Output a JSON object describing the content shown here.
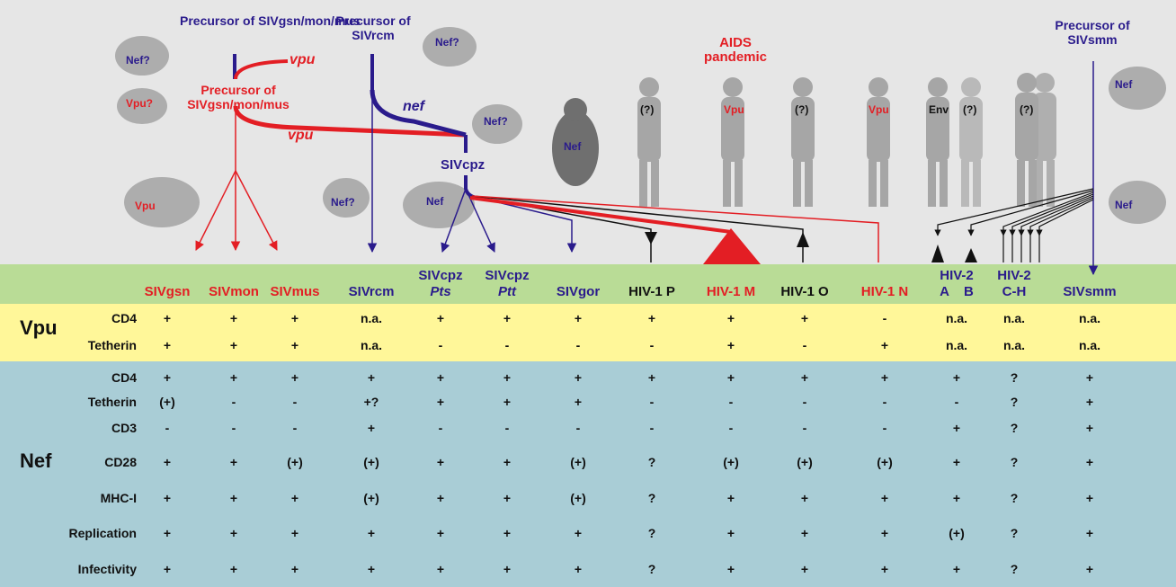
{
  "colors": {
    "background_top": "#e6e6e6",
    "header_band": "#b9dc96",
    "vpu_band": "#fff799",
    "nef_band": "#a9cdd6",
    "red": "#e31e24",
    "blue": "#2a1b8c",
    "black": "#111111",
    "silhouette": "#9a9a9a"
  },
  "diagram": {
    "labels": {
      "precursor_gsn_blue": "Precursor of SIVgsn/mon/mus",
      "precursor_gsn_red": "Precursor of SIVgsn/mon/mus",
      "precursor_rcm": "Precursor of SIVrcm",
      "precursor_smm": "Precursor of SIVsmm",
      "vpu_top": "vpu",
      "vpu_mid": "vpu",
      "nef": "nef",
      "sivcpz": "SIVcpz",
      "aids": "AIDS pandemic"
    },
    "silhouette_labels": [
      {
        "text": "Nef?",
        "color": "blue"
      },
      {
        "text": "Vpu?",
        "color": "red"
      },
      {
        "text": "Vpu",
        "color": "red"
      },
      {
        "text": "Nef?",
        "color": "blue"
      },
      {
        "text": "Nef?",
        "color": "blue"
      },
      {
        "text": "Nef?",
        "color": "blue"
      },
      {
        "text": "Nef",
        "color": "blue"
      },
      {
        "text": "Nef",
        "color": "blue"
      },
      {
        "text": "(?)",
        "color": "black"
      },
      {
        "text": "Vpu",
        "color": "red"
      },
      {
        "text": "(?)",
        "color": "black"
      },
      {
        "text": "Vpu",
        "color": "red"
      },
      {
        "text": "Env",
        "color": "black"
      },
      {
        "text": "(?)",
        "color": "black"
      },
      {
        "text": "(?)",
        "color": "black"
      },
      {
        "text": "Nef",
        "color": "blue"
      },
      {
        "text": "Nef",
        "color": "blue"
      }
    ]
  },
  "table": {
    "columns": [
      {
        "label": "SIVgsn",
        "label2": "",
        "color": "red"
      },
      {
        "label": "SIVmon",
        "label2": "",
        "color": "red"
      },
      {
        "label": "SIVmus",
        "label2": "",
        "color": "red"
      },
      {
        "label": "SIVrcm",
        "label2": "",
        "color": "blue"
      },
      {
        "label": "SIVcpz",
        "label2": "Pts",
        "color": "blue"
      },
      {
        "label": "SIVcpz",
        "label2": "Ptt",
        "color": "blue"
      },
      {
        "label": "SIVgor",
        "label2": "",
        "color": "blue"
      },
      {
        "label": "HIV-1 P",
        "label2": "",
        "color": "black"
      },
      {
        "label": "HIV-1 M",
        "label2": "",
        "color": "red"
      },
      {
        "label": "HIV-1 O",
        "label2": "",
        "color": "black"
      },
      {
        "label": "HIV-1 N",
        "label2": "",
        "color": "red"
      },
      {
        "label": "HIV-2",
        "label2": "A    B",
        "color": "blue"
      },
      {
        "label": "HIV-2",
        "label2": "C-H",
        "color": "blue"
      },
      {
        "label": "SIVsmm",
        "label2": "",
        "color": "blue"
      }
    ],
    "vpu_group": "Vpu",
    "nef_group": "Nef",
    "vpu_rows": [
      {
        "label": "CD4",
        "values": [
          "+",
          "+",
          "+",
          "n.a.",
          "+",
          "+",
          "+",
          "+",
          "+",
          "+",
          "-",
          "n.a.",
          "n.a.",
          "n.a."
        ]
      },
      {
        "label": "Tetherin",
        "values": [
          "+",
          "+",
          "+",
          "n.a.",
          "-",
          "-",
          "-",
          "-",
          "+",
          "-",
          "+",
          "n.a.",
          "n.a.",
          "n.a."
        ]
      }
    ],
    "nef_rows": [
      {
        "label": "CD4",
        "values": [
          "+",
          "+",
          "+",
          "+",
          "+",
          "+",
          "+",
          "+",
          "+",
          "+",
          "+",
          "+",
          "?",
          "+"
        ]
      },
      {
        "label": "Tetherin",
        "values": [
          "(+)",
          "-",
          "-",
          "+?",
          "+",
          "+",
          "+",
          "-",
          "-",
          "-",
          "-",
          "-",
          "?",
          "+"
        ]
      },
      {
        "label": "CD3",
        "values": [
          "-",
          "-",
          "-",
          "+",
          "-",
          "-",
          "-",
          "-",
          "-",
          "-",
          "-",
          "+",
          "?",
          "+"
        ]
      },
      {
        "label": "CD28",
        "values": [
          "+",
          "+",
          "(+)",
          "(+)",
          "+",
          "+",
          "(+)",
          "?",
          "(+)",
          "(+)",
          "(+)",
          "+",
          "?",
          "+"
        ]
      },
      {
        "label": "MHC-I",
        "values": [
          "+",
          "+",
          "+",
          "(+)",
          "+",
          "+",
          "(+)",
          "?",
          "+",
          "+",
          "+",
          "+",
          "?",
          "+"
        ]
      },
      {
        "label": "Replication",
        "values": [
          "+",
          "+",
          "+",
          "+",
          "+",
          "+",
          "+",
          "?",
          "+",
          "+",
          "+",
          "(+)",
          "?",
          "+"
        ]
      },
      {
        "label": "Infectivity",
        "values": [
          "+",
          "+",
          "+",
          "+",
          "+",
          "+",
          "+",
          "?",
          "+",
          "+",
          "+",
          "+",
          "?",
          "+"
        ]
      }
    ]
  }
}
